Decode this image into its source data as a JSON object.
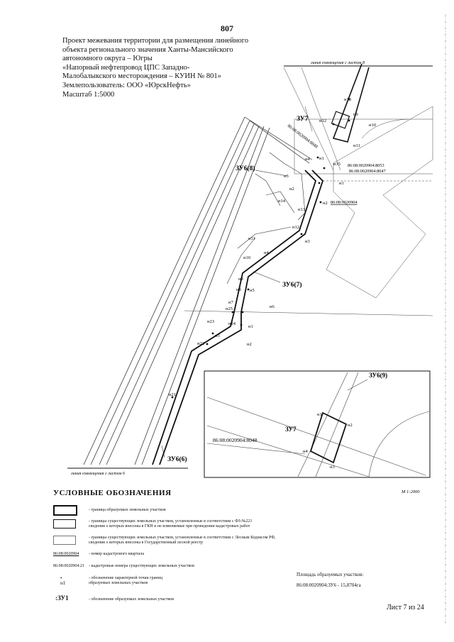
{
  "page_number": "807",
  "title_lines": [
    "Проект межевания территории для размещения линейного",
    "объекта регионального значения Ханты-Мансийского",
    "автономного округа – Югры",
    "«Напорный нефтепровод ЦПС Западно-",
    "Малобалыкского месторождения – КУИН № 801»",
    "Землепользователь: ООО «ЮрскНефть»",
    "Масштаб 1:5000"
  ],
  "map": {
    "match_line_top": "линия совмещения с листом 8",
    "match_line_bottom": "линия совмещения с листом 6",
    "parcels": {
      "zu7": "ЗУ7",
      "zu6_8": "ЗУ6(8)",
      "zu6_7": "ЗУ6(7)",
      "zu6_6": "ЗУ6(6)"
    },
    "cadastral": {
      "c8048": "86:08:0020904:8048",
      "c8053": "86:08:0020904:8053",
      "c8047": "86:08:0020904:8047",
      "quarter": "86:08:0020904"
    },
    "points": {
      "n1": "н1",
      "n2": "н2",
      "n3": "н3",
      "n4": "н4",
      "n5": "н5",
      "n6": "н6",
      "n7": "н7",
      "n8": "н8",
      "n9": "н9",
      "n10": "н10",
      "n11": "н11",
      "n12": "н12",
      "n13": "н13",
      "n14": "н14",
      "n15": "н15",
      "n21": "н21",
      "n22": "н22",
      "n23": "н23",
      "n24": "н24",
      "n25": "н25"
    },
    "inset": {
      "parcel_ref": "ЗУ6(9)",
      "parcel": "ЗУ7",
      "cadastral": "86:08:0020904:8048",
      "scale": "М 1:2000",
      "n1": "н1",
      "n2": "н2",
      "n3": "н3",
      "n4": "н4"
    }
  },
  "legend": {
    "title": "УСЛОВНЫЕ ОБОЗНАЧЕНИЯ",
    "items": [
      {
        "text1": "- граница образуемых земельных участков"
      },
      {
        "text1": "- границы существующих земельных участков, установленные в соответствии с ФЗ-№221",
        "text2": "сведения о которых внесены в ГКН и не изменяемые при проведении кадастровых работ"
      },
      {
        "text1": "- границы существующих земельных участков, установленные в соответствии с Лесным Кодексом РФ,",
        "text2": "сведения о которых внесены в Государственный лесной реестр"
      },
      {
        "sample": "86:08:0020904",
        "text1": "- номер кадастрового квартала"
      },
      {
        "sample": "86:08:0020904:21",
        "text1": "- кадастровые номера существующих земельных участков"
      },
      {
        "sample": "• н1",
        "text1": "- обозначение характерной точки границ",
        "text2": "образуемых земельных участков"
      },
      {
        "sample": ":ЗУ1",
        "text1": "- обозначение образуемых земельных участков"
      }
    ]
  },
  "area": {
    "heading": "Площадь образуемых участков:",
    "value": "86:08:0020904:ЗУ6 - 15,8704га"
  },
  "sheet": "Лист 7 из 24"
}
